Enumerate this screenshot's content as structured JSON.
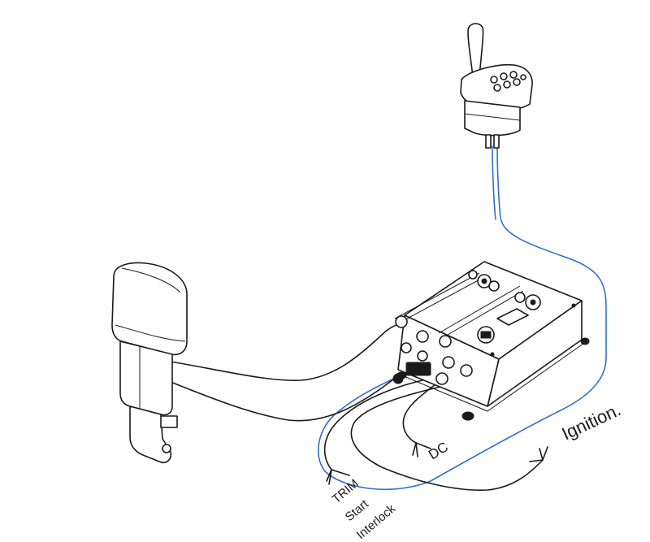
{
  "labels": {
    "ignition": "Ignition.",
    "dc": "DC",
    "trim": "TRIM",
    "start": "Start",
    "interlock": "Interlock"
  },
  "colors": {
    "ink": "#1a1a1a",
    "control_cable": "#2f6fd0",
    "background": "#ffffff"
  }
}
